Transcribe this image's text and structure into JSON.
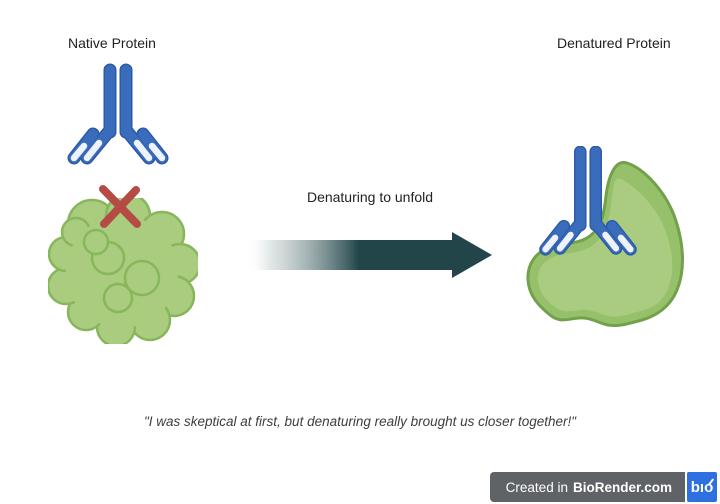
{
  "labels": {
    "native_protein": "Native Protein",
    "denatured_protein": "Denatured Protein"
  },
  "arrow": {
    "label": "Denaturing to unfold"
  },
  "caption": {
    "text": "\"I was skeptical at first, but denaturing really brought us closer together!\""
  },
  "badge": {
    "prefix": "Created in",
    "brand": "BioRender.com",
    "logo_text": "bıo"
  },
  "icons": {
    "antibody": "antibody-y-shape",
    "native_protein": "lumpy-folded-blob",
    "denatured_protein": "unfolded-bean-blob",
    "no_binding": "red-cross",
    "transition": "gradient-arrow-right"
  },
  "colors": {
    "antibody_blue": "#3a6cbc",
    "antibody_outline": "#2d5aa8",
    "antibody_tip": "#eef3fb",
    "cross_red": "#b44c45",
    "arrow_teal": "#214549",
    "native_blob_fill": "#a9cc7e",
    "native_blob_stroke": "#88b65a",
    "denatured_blob_fill": "#97c06a",
    "denatured_blob_stroke": "#72a14b",
    "denatured_blob_highlight": "#aacc81",
    "badge_grey": "#5f6367",
    "badge_blue": "#2e70e0"
  }
}
